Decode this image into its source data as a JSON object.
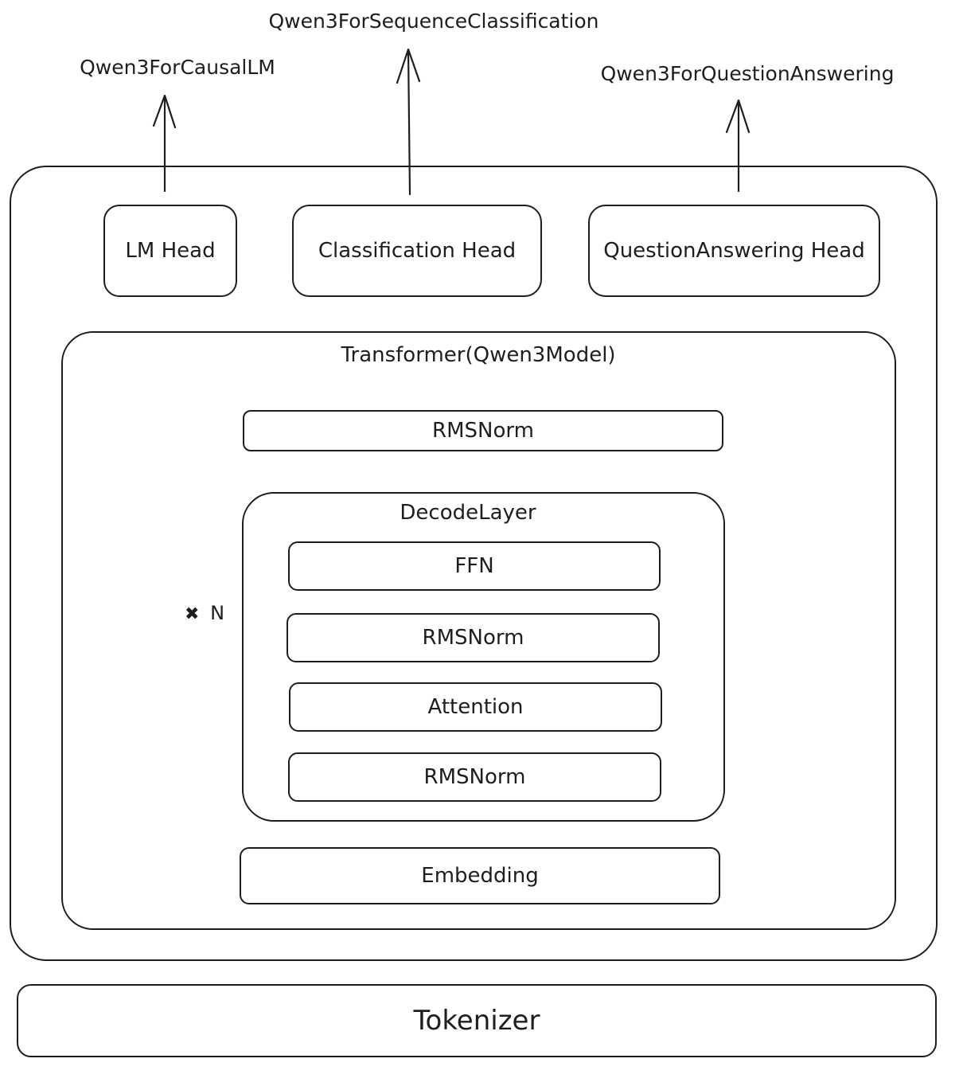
{
  "outputs": {
    "causal_lm": "Qwen3ForCausalLM",
    "sequence_classification": "Qwen3ForSequenceClassification",
    "question_answering": "Qwen3ForQuestionAnswering"
  },
  "heads": {
    "lm": "LM Head",
    "classification": "Classification Head",
    "question_answering": "QuestionAnswering Head"
  },
  "transformer": {
    "title": "Transformer(Qwen3Model)",
    "final_norm": "RMSNorm",
    "repeat_label": "N",
    "repeat_symbol": "✖",
    "decode_layer": {
      "title": "DecodeLayer",
      "blocks": [
        "FFN",
        "RMSNorm",
        "Attention",
        "RMSNorm"
      ]
    },
    "embedding": "Embedding"
  },
  "tokenizer": "Tokenizer",
  "colors": {
    "stroke": "#1e1e1e",
    "background": "#ffffff"
  }
}
